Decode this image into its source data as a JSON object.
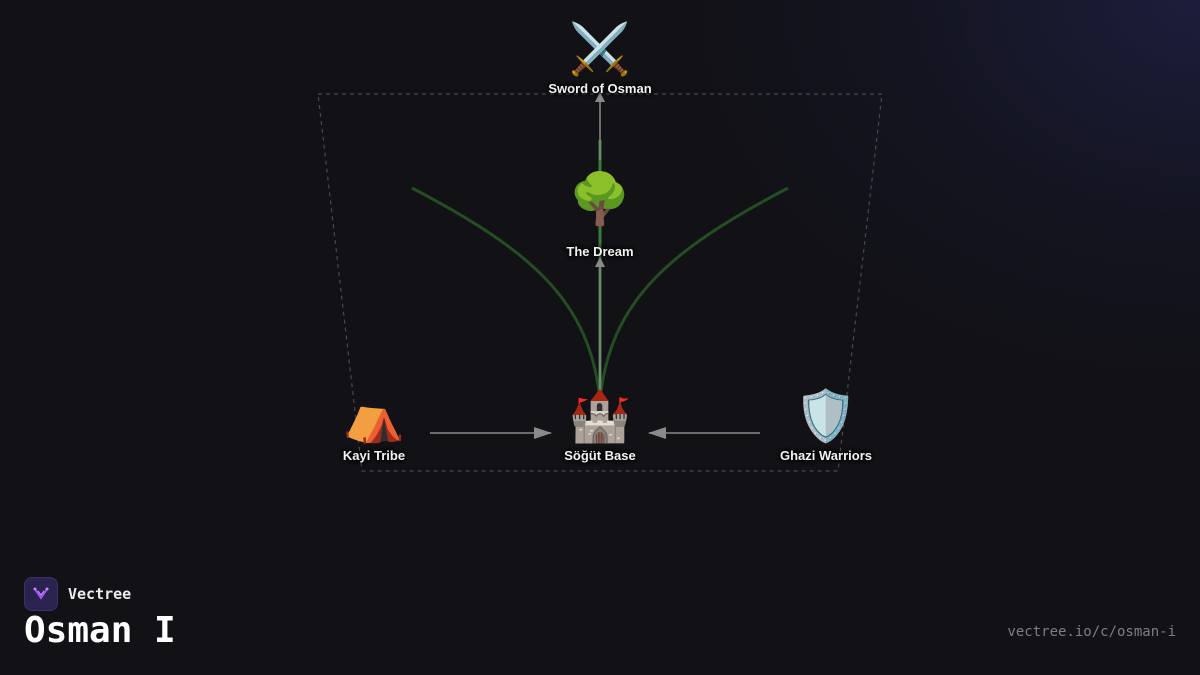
{
  "brand": {
    "name": "Vectree",
    "logo_icon": "vectree-logo-icon",
    "accent": "#a855f7"
  },
  "page": {
    "title": "Osman I",
    "url": "vectree.io/c/osman-i"
  },
  "colors": {
    "background": "#111116",
    "arrow": "#8a8a8a",
    "branch": "#234d23",
    "trunk": "#3d7a3d",
    "boundary": "#4a4a4a"
  },
  "nodes": {
    "sword": {
      "label": "Sword of Osman",
      "icon": "⚔️",
      "icon_name": "crossed-swords-icon"
    },
    "dream": {
      "label": "The Dream",
      "icon": "🌳",
      "icon_name": "tree-icon"
    },
    "kayi": {
      "label": "Kayi Tribe",
      "icon": "⛺",
      "icon_name": "tent-icon"
    },
    "sogut": {
      "label": "Söğüt Base",
      "icon": "🏰",
      "icon_name": "castle-icon"
    },
    "ghazi": {
      "label": "Ghazi Warriors",
      "icon": "🛡️",
      "icon_name": "shield-icon"
    }
  }
}
